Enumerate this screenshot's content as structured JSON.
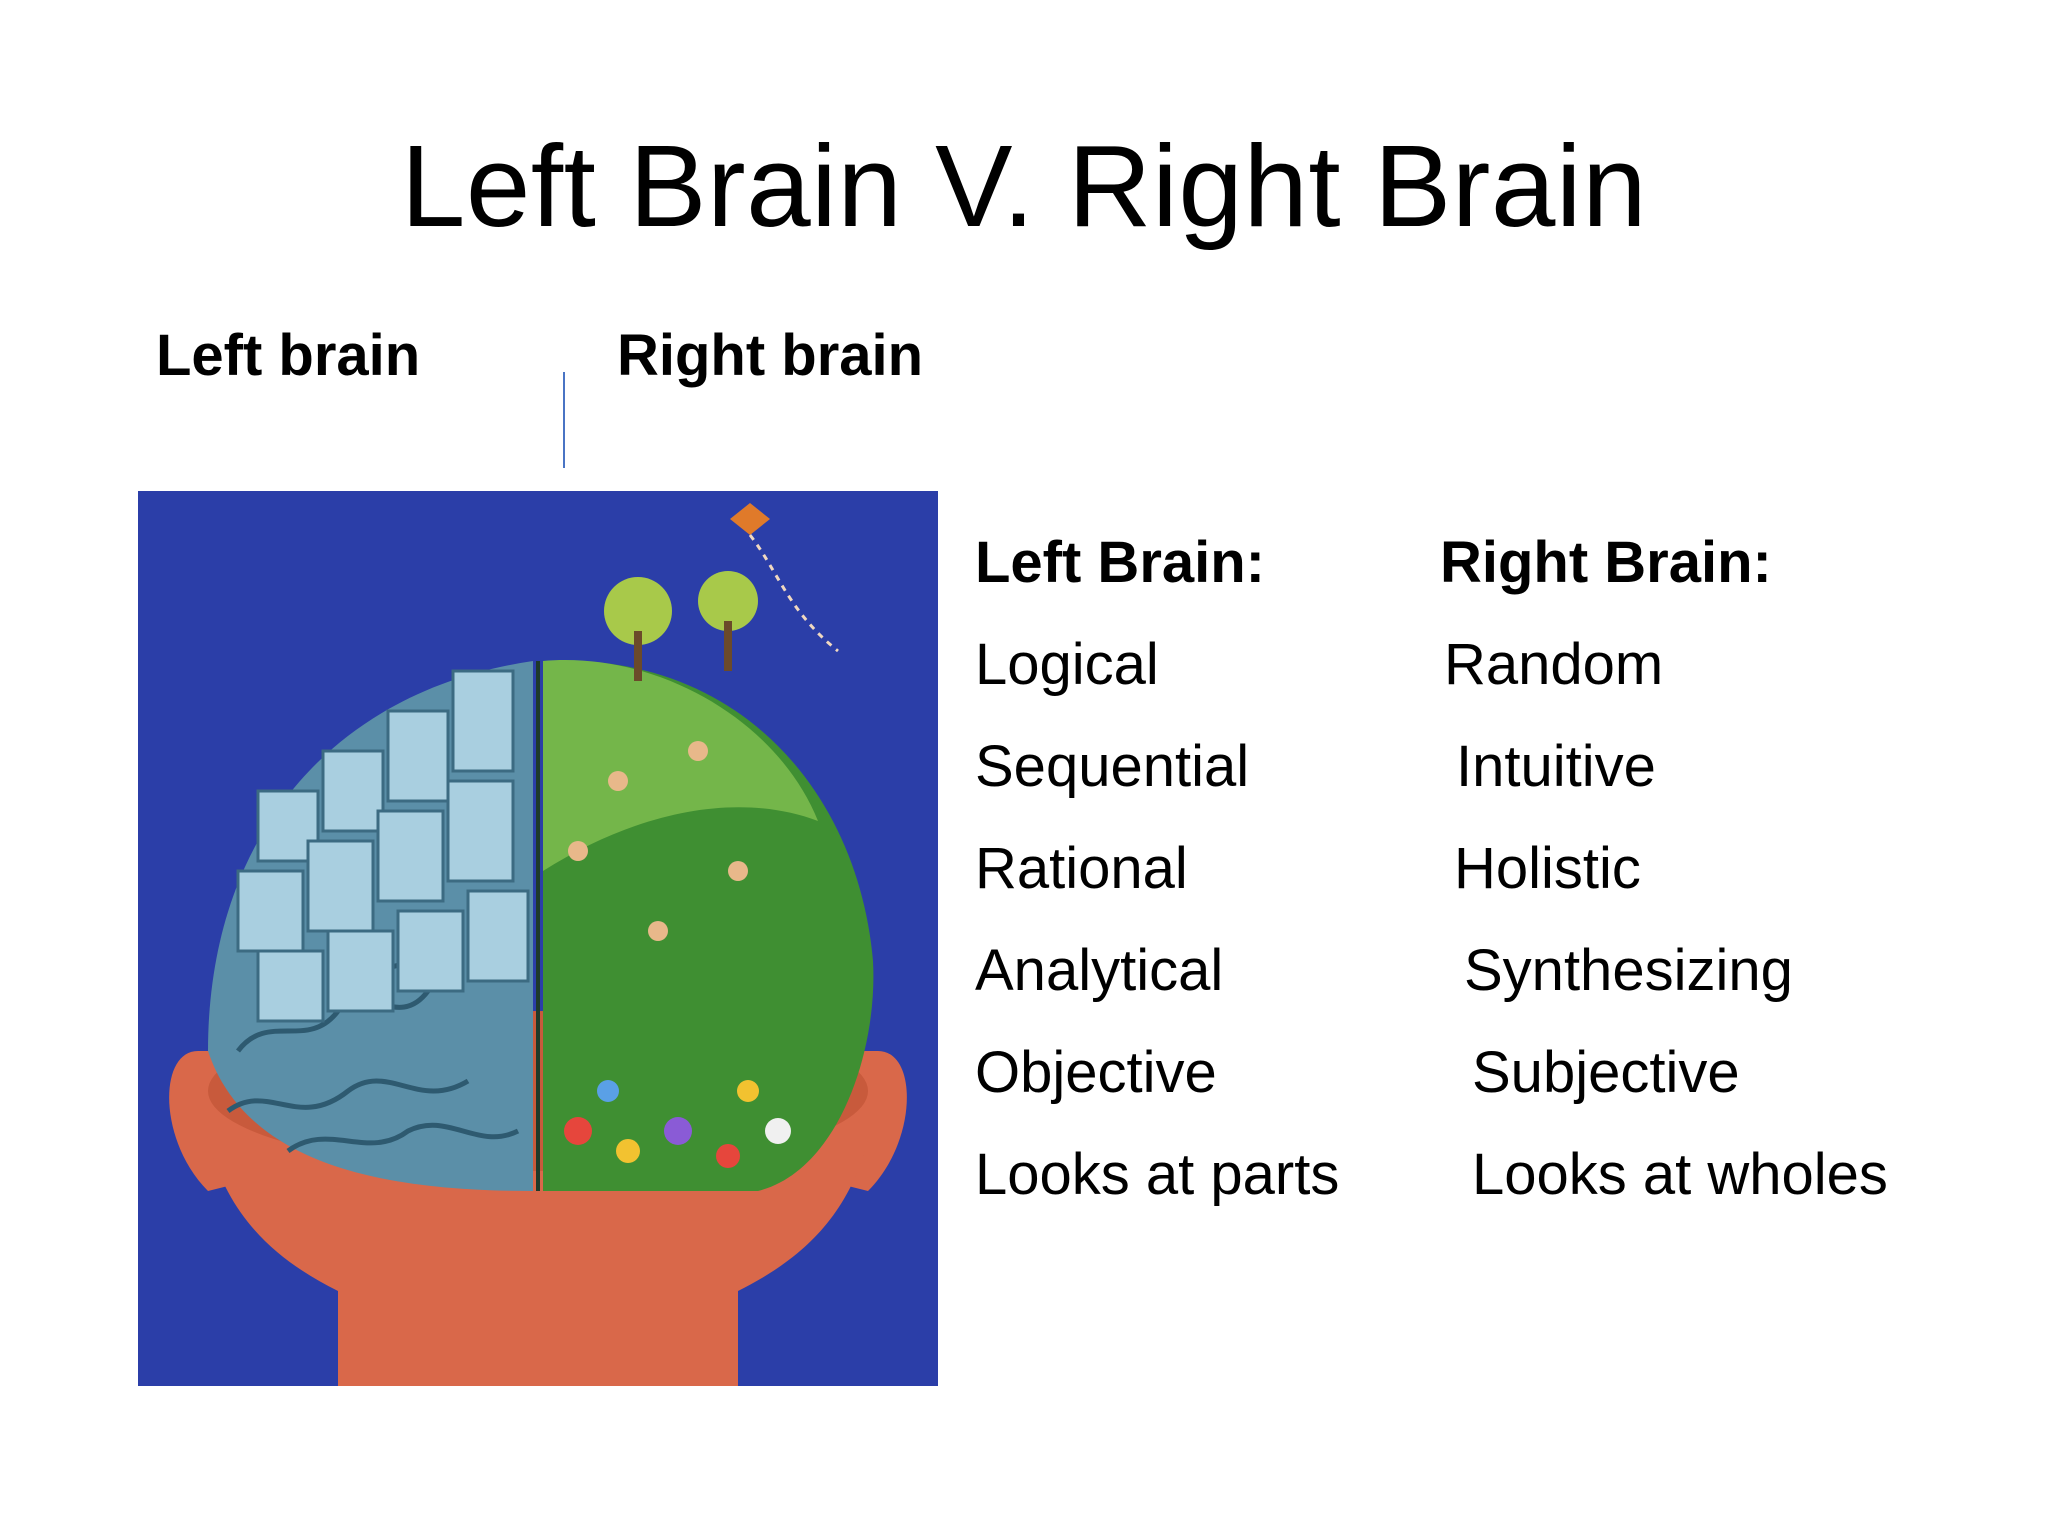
{
  "slide": {
    "title": "Left Brain V. Right Brain",
    "top_labels": {
      "left": "Left brain",
      "right": "Right brain"
    },
    "illustration": {
      "label": ""
    },
    "table": {
      "left_header": "Left Brain:",
      "right_header": "Right Brain:",
      "left_items": [
        "Logical",
        "Sequential",
        "Rational",
        "Analytical",
        "Objective",
        "Looks at parts"
      ],
      "right_items": [
        "Random",
        "Intuitive",
        "Holistic",
        "Synthesizing",
        "Subjective",
        "Looks at wholes"
      ]
    }
  },
  "colors": {
    "background": "#ffffff",
    "illustration_bg": "#2b3ea8",
    "divider": "#4a74c4",
    "left_brain": "#5b8fa8",
    "right_brain": "#3f8f32",
    "head_skin": "#d9684a"
  }
}
